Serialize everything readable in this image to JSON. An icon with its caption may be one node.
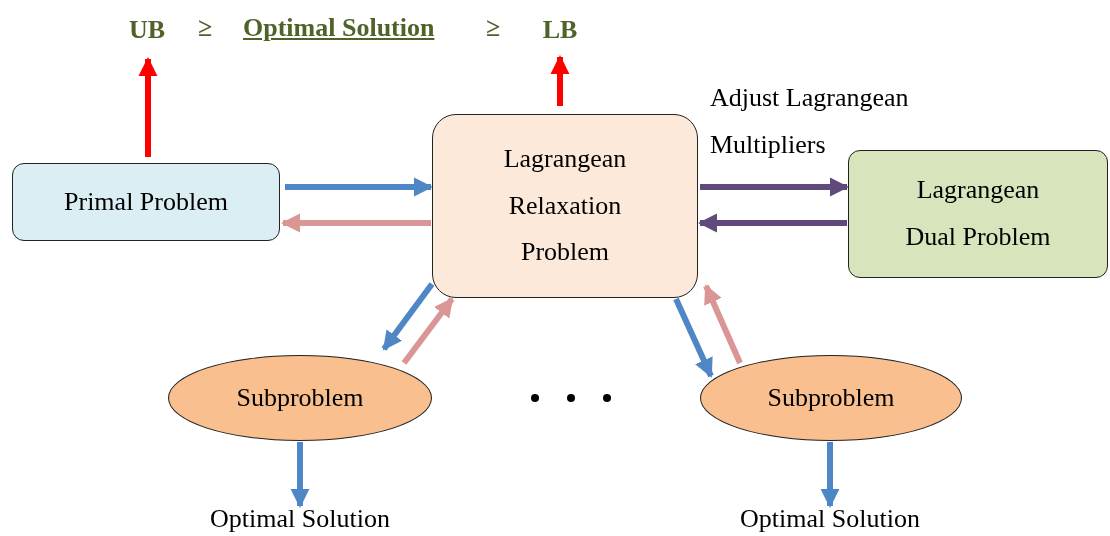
{
  "diagram": {
    "nodes": [
      {
        "text": [
          "UB"
        ]
      },
      {
        "text": [
          "LB"
        ]
      },
      {
        "text": [
          "Primal Problem"
        ]
      },
      {
        "text": [
          "Lagrangean Relaxation Problem"
        ]
      },
      {
        "text": [
          "Lagrangean Dual Problem"
        ]
      },
      {
        "text": [
          "Subproblem"
        ]
      },
      {
        "text": [
          "Subproblem"
        ]
      },
      {
        "text": [
          "Optimal Solution"
        ]
      },
      {
        "text": [
          "Optimal Solution"
        ]
      }
    ],
    "edges": [
      {
        "from": 2,
        "to": 0,
        "arrow": "to",
        "color": "#ff0000"
      },
      {
        "from": 3,
        "to": 1,
        "arrow": "to",
        "color": "#ff0000"
      },
      {
        "from": 2,
        "to": 3,
        "arrow": "to"
      },
      {
        "from": 3,
        "to": 2,
        "arrow": "to",
        "color": "#d99694"
      },
      {
        "from": 3,
        "to": 4,
        "arrow": "to",
        "color": "#5f4a7b"
      },
      {
        "from": 4,
        "to": 3,
        "arrow": "to",
        "color": "#5f4a7b"
      },
      {
        "from": 3,
        "to": 5,
        "arrow": "to"
      },
      {
        "from": 5,
        "to": 3,
        "arrow": "to",
        "color": "#d99694"
      },
      {
        "from": 3,
        "to": 6,
        "arrow": "to"
      },
      {
        "from": 6,
        "to": 3,
        "arrow": "to",
        "color": "#d99694"
      },
      {
        "from": 5,
        "to": 7,
        "arrow": "to"
      },
      {
        "from": 6,
        "to": 8,
        "arrow": "to"
      }
    ],
    "labels": [
      "≥",
      "Optimal Solution",
      "≥",
      "Adjust Lagrangean Multipliers"
    ]
  }
}
